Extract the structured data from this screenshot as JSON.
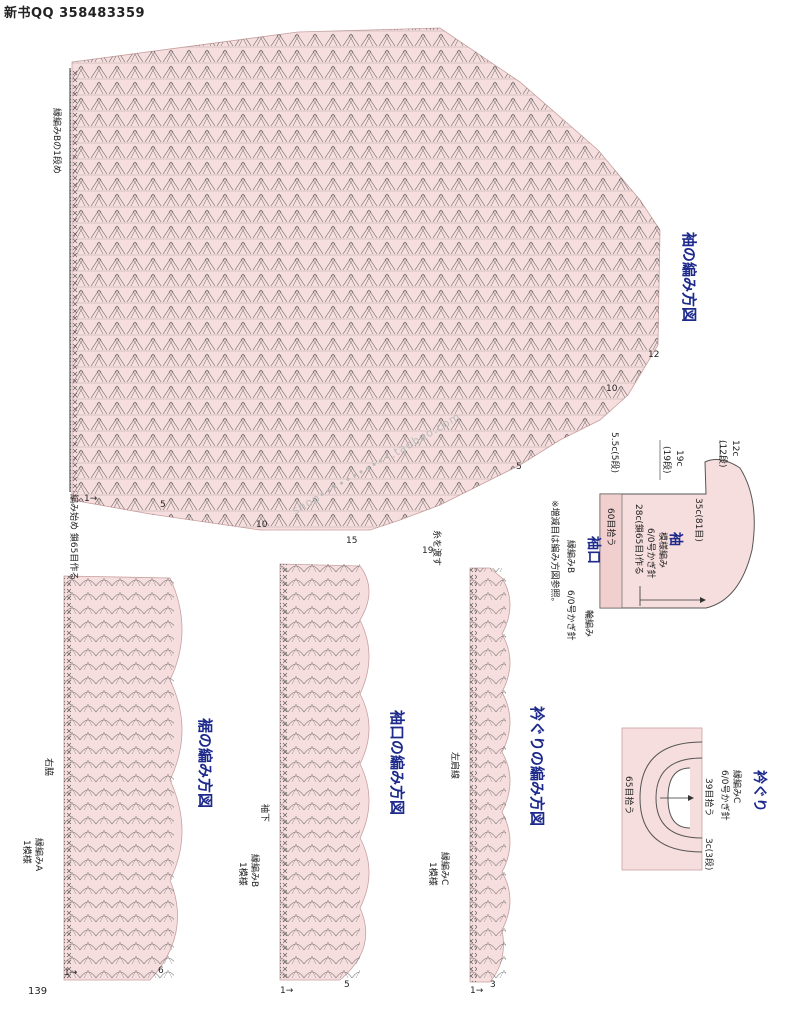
{
  "header": {
    "text": "新书QQ 358483359"
  },
  "page_number": "139",
  "watermark": "shop•••••••••••.taobao.com",
  "sleeve_chart": {
    "title": "袖の編み方図",
    "left_note": "縁編みBの1段め",
    "start_note": "編み始め 鎖65目作る",
    "thread_note": "糸を渡す",
    "row_marks": [
      "1→",
      "5",
      "10",
      "15",
      "19",
      "5",
      "10",
      "12"
    ]
  },
  "sleeve_schematic": {
    "title": "袖",
    "rows_left": [
      "12c",
      "(12段)",
      "19c",
      "(19段)",
      "5.5c(5段)"
    ],
    "main_lines": [
      "35c(81目)",
      "模様編み",
      "6/0号かぎ針",
      "28c(鎖65目)作る"
    ],
    "cuff_label": "60目拾う",
    "cuff_title": "袖口",
    "cuff_lines": [
      "縁編みB",
      "6/0号かぎ針"
    ],
    "side_note": "輪編み",
    "reference_note": "※増減目は編み方図参照。"
  },
  "collar_chart": {
    "title": "衿ぐりの編み方図",
    "shoulder_label": "左肩線",
    "pattern_label": "縁編みC",
    "repeat_label": "1模様",
    "row_marks": [
      "1→",
      "3"
    ]
  },
  "cuff_chart": {
    "title": "袖口の編み方図",
    "under_label": "袖下",
    "pattern_label": "縁編みB",
    "repeat_label": "1模様",
    "row_marks": [
      "1→",
      "5"
    ]
  },
  "hem_chart": {
    "title": "裾の編み方図",
    "side_label": "右脇",
    "pattern_label": "縁編みA",
    "repeat_label": "1模様",
    "row_marks": [
      "1→",
      "6"
    ]
  },
  "neck_schematic": {
    "title": "衿ぐり",
    "lines": [
      "縁編みC",
      "6/0号かぎ針",
      "39目拾う",
      "65目拾う",
      "3c(3段)"
    ]
  }
}
